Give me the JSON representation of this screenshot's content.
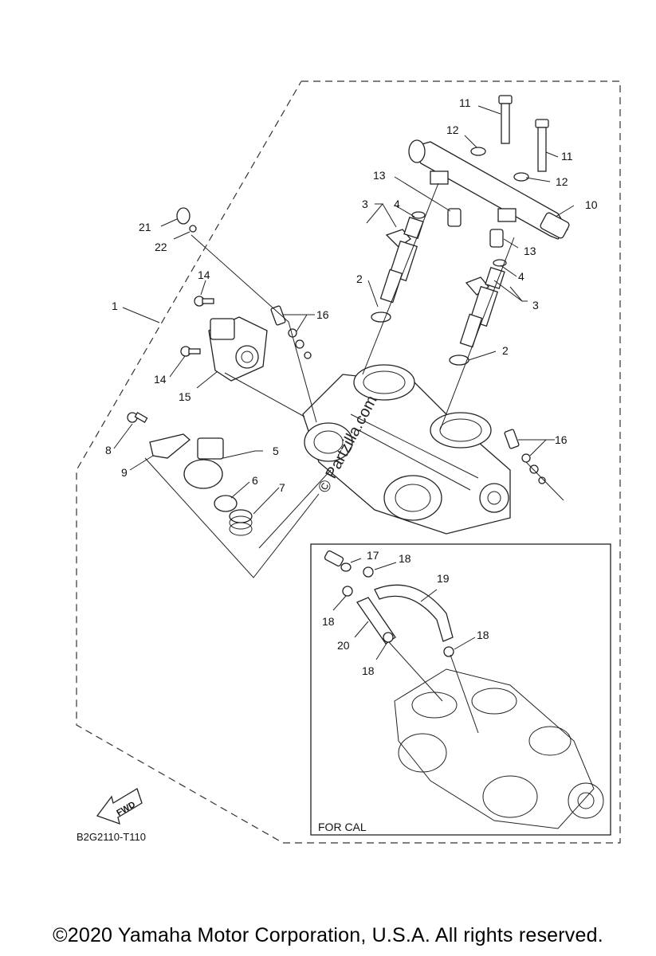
{
  "diagram": {
    "callouts": [
      "1",
      "2",
      "2",
      "3",
      "3",
      "4",
      "4",
      "5",
      "6",
      "7",
      "8",
      "9",
      "10",
      "11",
      "11",
      "12",
      "12",
      "13",
      "13",
      "14",
      "14",
      "15",
      "16",
      "16",
      "17",
      "18",
      "18",
      "18",
      "18",
      "19",
      "20",
      "21",
      "22"
    ],
    "inset_label": "FOR CAL",
    "fwd_label": "FWD",
    "drawing_code": "B2G2110-T110",
    "watermark": "© Partzilla.com"
  },
  "footer": {
    "copyright": "©2020 Yamaha Motor Corporation, U.S.A. All rights reserved."
  }
}
